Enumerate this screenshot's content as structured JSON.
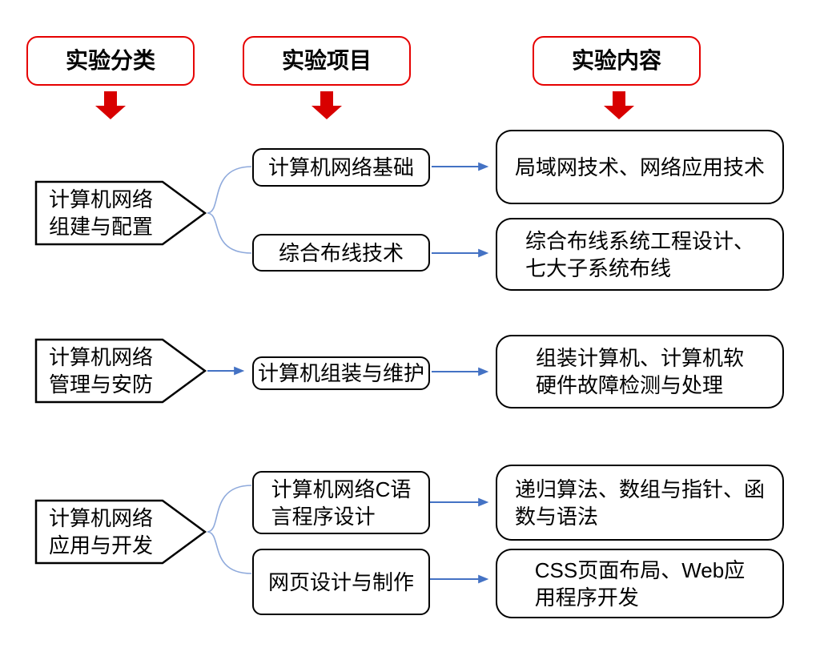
{
  "headers": [
    {
      "label": "实验分类"
    },
    {
      "label": "实验项目"
    },
    {
      "label": "实验内容"
    }
  ],
  "categories": [
    {
      "label": "计算机网络\n组建与配置"
    },
    {
      "label": "计算机网络\n管理与安防"
    },
    {
      "label": "计算机网络\n应用与开发"
    }
  ],
  "projects": [
    {
      "label": "计算机网络基础"
    },
    {
      "label": "综合布线技术"
    },
    {
      "label": "计算机组装与维护"
    },
    {
      "label": "计算机网络C语\n言程序设计"
    },
    {
      "label": "网页设计与制作"
    }
  ],
  "contents": [
    {
      "label": "局域网技术、网络应用技术"
    },
    {
      "label": "综合布线系统工程设计、\n七大子系统布线"
    },
    {
      "label": "组装计算机、计算机软\n硬件故障检测与处理"
    },
    {
      "label": "递归算法、数组与指针、函\n数与语法"
    },
    {
      "label": "CSS页面布局、Web应\n用程序开发"
    }
  ],
  "colors": {
    "background": "#ffffff",
    "header_border": "#e60000",
    "header_arrow": "#d80000",
    "shape_border": "#000000",
    "connector_arrow": "#4472c4",
    "connector_brace": "#8faadc"
  }
}
